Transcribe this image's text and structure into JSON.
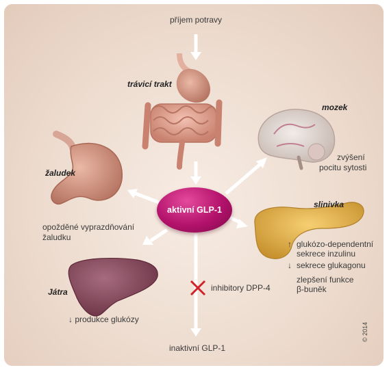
{
  "top_input": "příjem potravy",
  "organs": {
    "gut": {
      "title": "trávicí trakt"
    },
    "brain": {
      "title": "mozek",
      "effect_line1": "zvýšení",
      "effect_line2": "pocitu sytosti"
    },
    "stomach": {
      "title": "žaludek",
      "effect_line1": "opožděné vyprazdňování",
      "effect_line2": "žaludku"
    },
    "pancreas": {
      "title": "slinivka",
      "effect1_arrow": "↑",
      "effect1_line1": "glukózo-dependentní",
      "effect1_line2": "sekrece inzulinu",
      "effect2_arrow": "↓",
      "effect2_line1": "sekrece glukagonu",
      "effect3_line1": "zlepšení funkce",
      "effect3_line2": "β-buněk"
    },
    "liver": {
      "title": "Játra",
      "effect": "↓ produkce glukózy"
    }
  },
  "center": "aktivní GLP-1",
  "inhibitor": "inhibitory DPP-4",
  "bottom_output": "inaktivní GLP-1",
  "copyright": "© 2014",
  "colors": {
    "hub": "#b3126b",
    "arrow": "#ffffff",
    "inhibitor_x": "#d0222a"
  }
}
